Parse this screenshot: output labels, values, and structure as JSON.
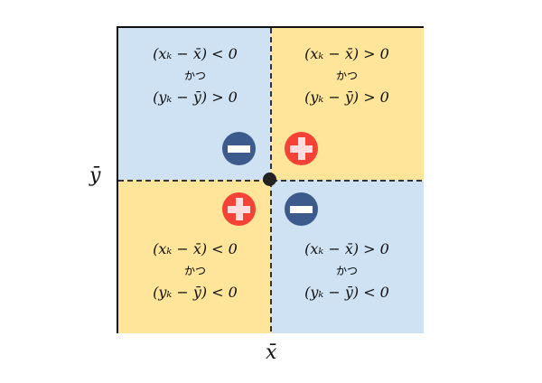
{
  "quadrants": {
    "top_left": {
      "line1": "(xₖ − x̄) < 0",
      "line2": "かつ",
      "line3": "(yₖ − ȳ) > 0",
      "sign": "minus"
    },
    "top_right": {
      "line1": "(xₖ − x̄) > 0",
      "line2": "かつ",
      "line3": "(yₖ − ȳ) > 0",
      "sign": "plus"
    },
    "bottom_left": {
      "line1": "(xₖ − x̄) < 0",
      "line2": "かつ",
      "line3": "(yₖ − ȳ) < 0",
      "sign": "plus"
    },
    "bottom_right": {
      "line1": "(xₖ − x̄) > 0",
      "line2": "かつ",
      "line3": "(yₖ − ȳ) < 0",
      "sign": "minus"
    }
  },
  "axes": {
    "y_label": "ȳ",
    "x_label": "x̄"
  },
  "colors": {
    "blue": "#cfe2f3",
    "yellow": "#ffe599",
    "minus": "#3d5a8c",
    "plus": "#f44336"
  }
}
